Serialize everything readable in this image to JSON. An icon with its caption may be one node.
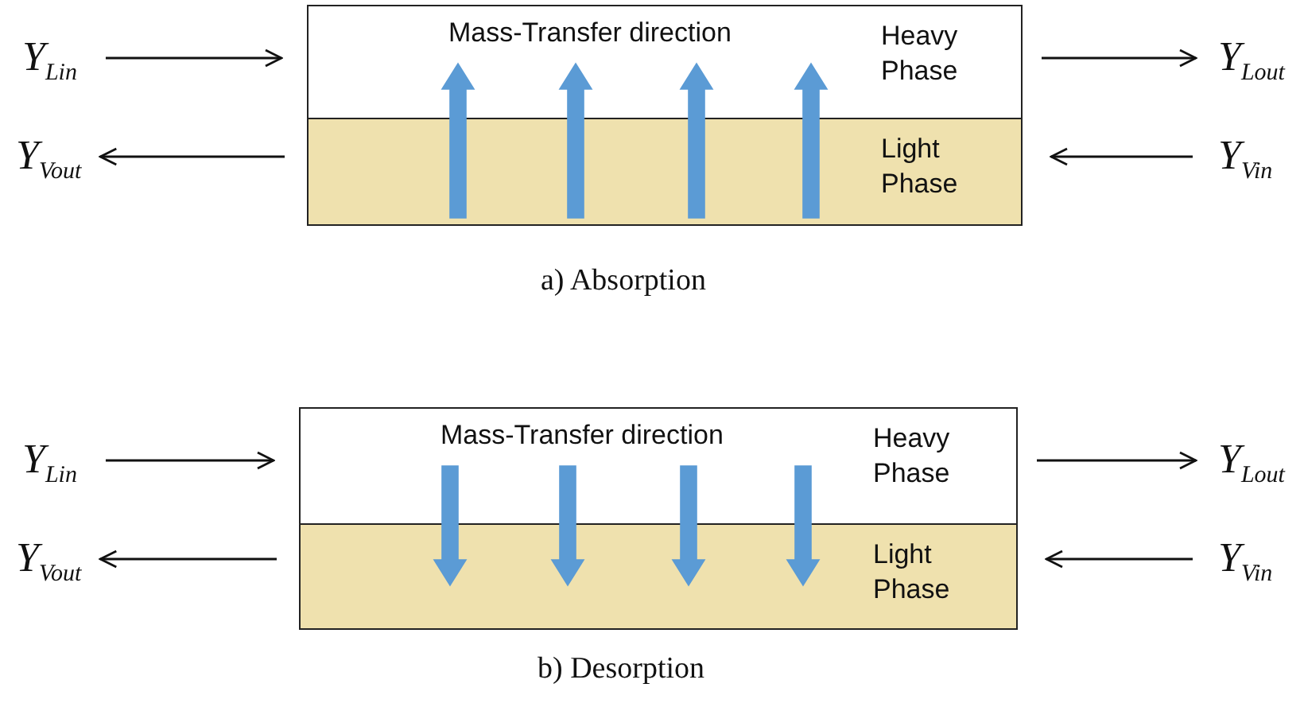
{
  "diagram": {
    "nodes": [
      {
        "text": [
          "Mass-Transfer direction",
          "Heavy Phase"
        ]
      },
      {
        "text": [
          "Light Phase"
        ]
      },
      {
        "text": [
          "Y$_{Lin}$"
        ]
      },
      {
        "text": [
          "Y$_{Lout}$"
        ]
      },
      {
        "text": [
          "Y$_{Vout}$"
        ]
      },
      {
        "text": [
          "Y$_{Vin}$"
        ]
      },
      {
        "text": [
          "Mass-Transfer direction",
          "Heavy Phase"
        ]
      },
      {
        "text": [
          "Light Phase"
        ]
      },
      {
        "text": [
          "Y$_{Lin}$"
        ]
      },
      {
        "text": [
          "Y$_{Lout}$"
        ]
      },
      {
        "text": [
          "Y$_{Vout}$"
        ]
      },
      {
        "text": [
          "Y$_{Vin}$"
        ]
      }
    ],
    "edges": [
      {
        "from": 2,
        "to": 0,
        "arrow": "to"
      },
      {
        "from": 0,
        "to": 3,
        "arrow": "to"
      },
      {
        "from": 1,
        "to": 4,
        "arrow": "to"
      },
      {
        "from": 5,
        "to": 1,
        "arrow": "to"
      },
      {
        "from": 8,
        "to": 6,
        "arrow": "to"
      },
      {
        "from": 6,
        "to": 9,
        "arrow": "to"
      },
      {
        "from": 7,
        "to": 10,
        "arrow": "to"
      },
      {
        "from": 11,
        "to": 7,
        "arrow": "to"
      },
      {
        "from": 1,
        "to": 0,
        "arrow": "to",
        "style": "thick",
        "color": "#5b9bd5"
      },
      {
        "from": 1,
        "to": 0,
        "arrow": "to",
        "style": "thick",
        "color": "#5b9bd5"
      },
      {
        "from": 1,
        "to": 0,
        "arrow": "to",
        "style": "thick",
        "color": "#5b9bd5"
      },
      {
        "from": 1,
        "to": 0,
        "arrow": "to",
        "style": "thick",
        "color": "#5b9bd5"
      },
      {
        "from": 6,
        "to": 7,
        "arrow": "to",
        "style": "thick",
        "color": "#5b9bd5"
      },
      {
        "from": 6,
        "to": 7,
        "arrow": "to",
        "style": "thick",
        "color": "#5b9bd5"
      },
      {
        "from": 6,
        "to": 7,
        "arrow": "to",
        "style": "thick",
        "color": "#5b9bd5"
      },
      {
        "from": 6,
        "to": 7,
        "arrow": "to",
        "style": "thick",
        "color": "#5b9bd5"
      }
    ],
    "labels": [
      "a) Absorption",
      "b) Desorption"
    ]
  }
}
